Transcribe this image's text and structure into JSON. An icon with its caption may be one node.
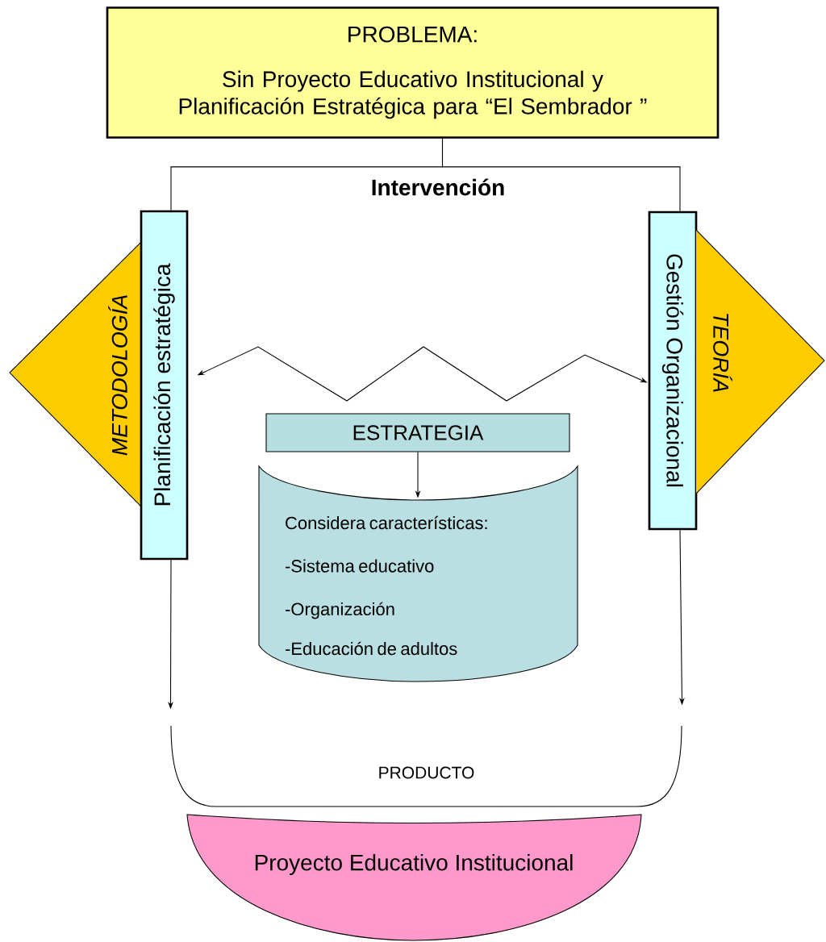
{
  "diagram": {
    "nodes": [
      {
        "text": [
          "PROBLEMA:",
          "Sin Proyecto Educativo Institucional y Planificación Estratégica para “El Sembrador ”"
        ]
      },
      {
        "text": [
          "METODOLOGÍA"
        ]
      },
      {
        "text": [
          "Planificación estratégica"
        ]
      },
      {
        "text": [
          "Gestión Organizacional"
        ]
      },
      {
        "text": [
          "TEORÍA"
        ]
      },
      {
        "text": [
          "ESTRATEGIA"
        ]
      },
      {
        "text": [
          "Considera características:",
          "-Sistema educativo",
          "-Organización",
          "-Educación de adultos"
        ]
      },
      {
        "text": [
          "PRODUCTO"
        ]
      },
      {
        "text": [
          "Proyecto Educativo Institucional"
        ]
      }
    ],
    "edges": [
      {
        "from": 0,
        "to": 2,
        "arrow": "none"
      },
      {
        "from": 0,
        "to": 3,
        "arrow": "none"
      },
      {
        "from": 2,
        "to": 3,
        "arrow": "both"
      },
      {
        "from": 5,
        "to": 6,
        "arrow": "to"
      },
      {
        "from": 2,
        "to": 7,
        "arrow": "to"
      },
      {
        "from": 3,
        "to": 7,
        "arrow": "to"
      }
    ],
    "labels": [
      "Intervención"
    ]
  }
}
